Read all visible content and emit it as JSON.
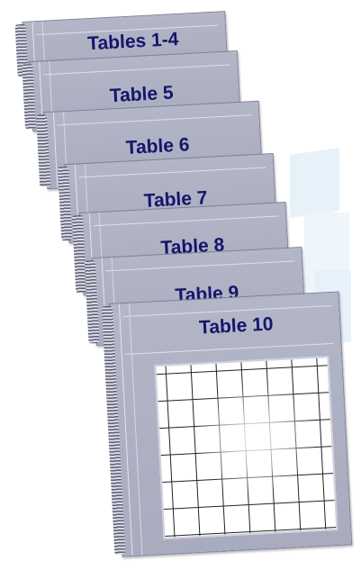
{
  "notebooks": [
    {
      "label": "Tables 1-4"
    },
    {
      "label": "Table 5"
    },
    {
      "label": "Table 6"
    },
    {
      "label": "Table 7"
    },
    {
      "label": "Table 8"
    },
    {
      "label": "Table 9"
    },
    {
      "label": "Table 10"
    }
  ],
  "colors": {
    "label_text": "#14166a",
    "cover": "#b3b6c7",
    "watermark": "#e4f0fa"
  }
}
